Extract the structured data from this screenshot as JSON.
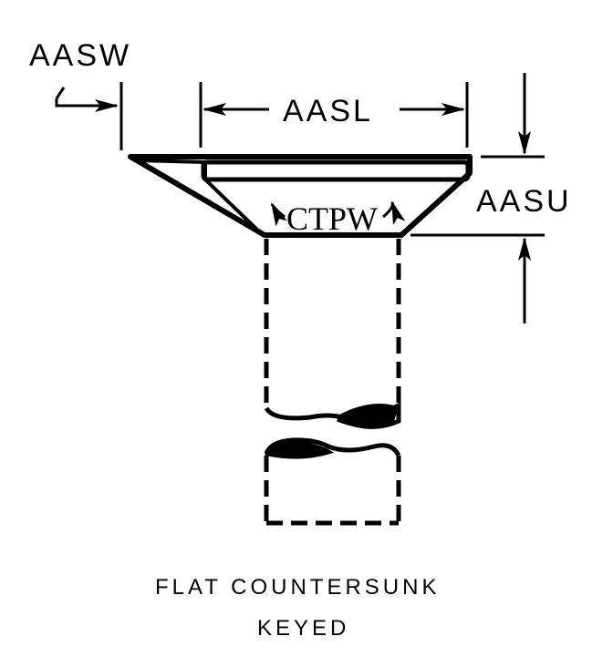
{
  "labels": {
    "aasw": "AASW",
    "aasl": "AASL",
    "aasu": "AASU",
    "ctpw": "CTPW"
  },
  "caption": {
    "line1": "FLAT COUNTERSUNK",
    "line2": "KEYED"
  }
}
